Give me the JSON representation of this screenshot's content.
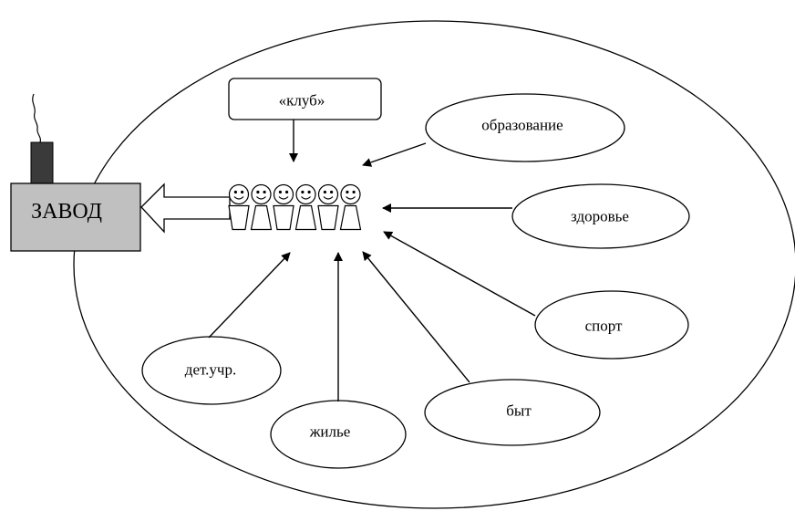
{
  "factory": {
    "label": "ЗАВОД",
    "fill_color": "#c0c0c0"
  },
  "club": {
    "label": "«клуб»"
  },
  "factors": [
    {
      "id": "education",
      "label": "образование"
    },
    {
      "id": "health",
      "label": "здоровье"
    },
    {
      "id": "sport",
      "label": "спорт"
    },
    {
      "id": "everyday",
      "label": "быт"
    },
    {
      "id": "housing",
      "label": "жилье"
    },
    {
      "id": "childcare",
      "label": "дет.учр."
    }
  ],
  "people": {
    "count": 6
  },
  "colors": {
    "stroke": "#000000",
    "chimney": "#3a3a3a",
    "background": "#ffffff"
  }
}
